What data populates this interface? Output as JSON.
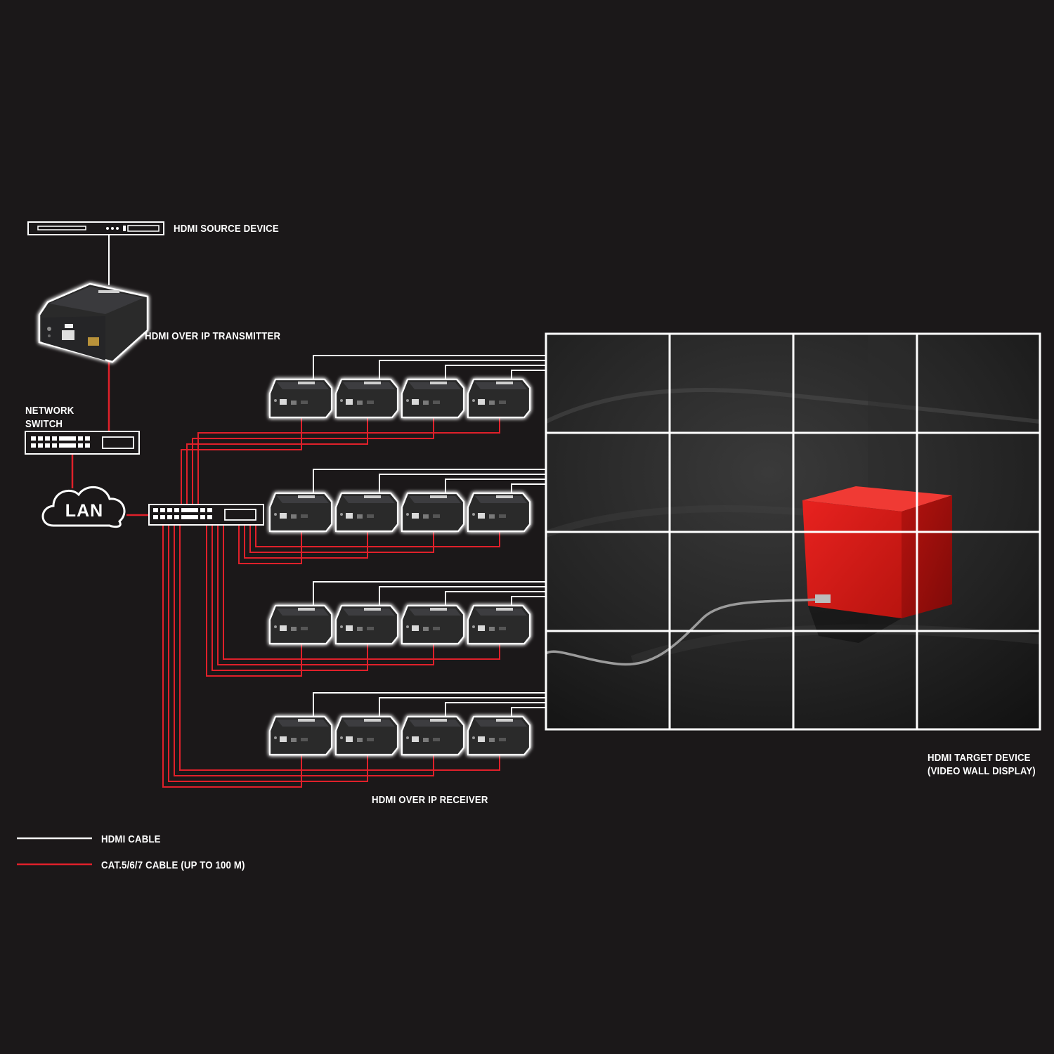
{
  "labels": {
    "source": "HDMI SOURCE DEVICE",
    "transmitter": "HDMI OVER IP TRANSMITTER",
    "switch_line1": "NETWORK",
    "switch_line2": "SWITCH",
    "lan": "LAN",
    "receiver": "HDMI OVER IP RECEIVER",
    "target_line1": "HDMI TARGET DEVICE",
    "target_line2": "(VIDEO WALL DISPLAY)"
  },
  "legend": [
    {
      "label": "HDMI CABLE",
      "color": "#ffffff"
    },
    {
      "label": "CAT.5/6/7 CABLE (UP TO 100 M)",
      "color": "#e0202a"
    }
  ],
  "colors": {
    "background": "#1b1819",
    "hdmi_cable": "#ffffff",
    "cat_cable": "#e0202a",
    "device_body": "#2c2c2e",
    "cube": "#d81c1c"
  },
  "receivers": {
    "rows": 4,
    "columns": 4
  },
  "video_wall": {
    "rows": 4,
    "columns": 4
  }
}
